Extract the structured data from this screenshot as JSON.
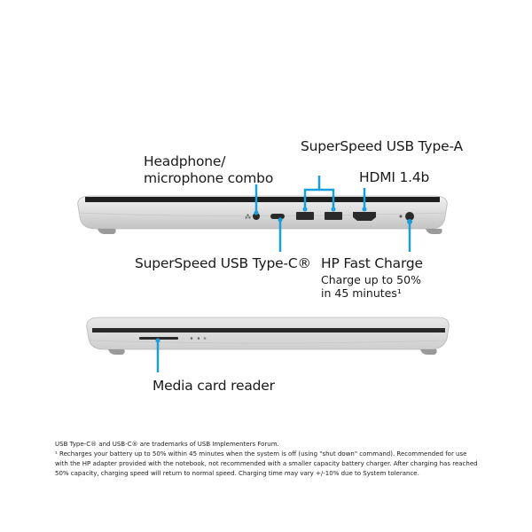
{
  "callouts": {
    "headphone_line1": "Headphone/",
    "headphone_line2": "microphone combo",
    "usb_a": "SuperSpeed USB Type-A",
    "hdmi": "HDMI 1.4b",
    "usb_c": "SuperSpeed USB Type-C®",
    "fast_charge_title": "HP Fast Charge",
    "fast_charge_line1": "Charge up to 50%",
    "fast_charge_line2": "in 45 minutes¹",
    "media_card": "Media card reader"
  },
  "footnotes": {
    "trademark": "USB Type-C® and USB-C® are trademarks of USB Implementers Forum.",
    "note1": "¹ Recharges your battery up to 50% within 45 minutes when the system is off (using \"shut down\" command). Recommended for use with the HP adapter provided with the notebook, not recommended with a smaller capacity battery charger. After charging has reached 50% capacity, charging speed will return to normal speed. Charging time may vary +/-10% due to System tolerance."
  },
  "colors": {
    "accent": "#1a9fd9",
    "silver": "#d9d9d9",
    "dark": "#222222"
  }
}
